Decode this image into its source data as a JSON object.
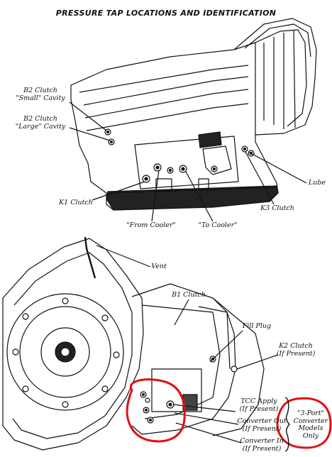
{
  "title": "PRESSURE TAP LOCATIONS AND IDENTIFICATION",
  "labels": {
    "b2_small": "B2 Clutch\n\"Small\" Cavity",
    "b2_large": "B2 Clutch\n\"Large\" Cavity",
    "k1": "K1 Clutch",
    "from_cooler": "\"From Cooler\"",
    "to_cooler": "\"To Cooler\"",
    "lube": "Lube",
    "k3": "K3 Clutch",
    "vent": "Vent",
    "b1": "B1 Clutch",
    "fill_plug": "Fill Plug",
    "k2": "K2 Clutch\n(If Present)",
    "tcc_apply": "TCC Apply\n(If Present)",
    "converter_out": "Converter Out\n(If Present)",
    "converter_in": "Converter In\n(If Present)",
    "three_port": "\"3-Port\"\nConverter\nModels Only"
  },
  "colors": {
    "highlight": "#e01010",
    "line": "#111111"
  }
}
